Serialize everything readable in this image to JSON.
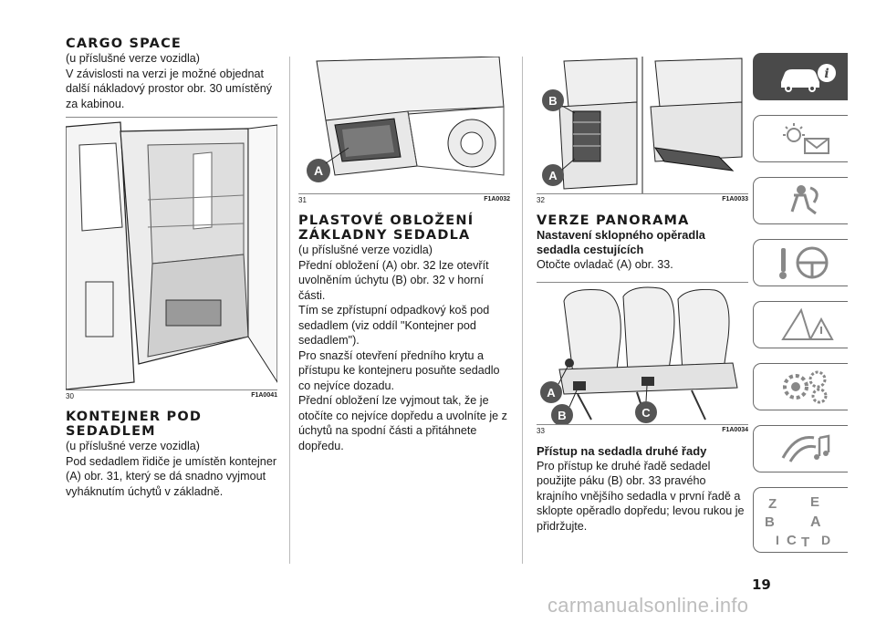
{
  "col1": {
    "title": "CARGO SPACE",
    "sub": "(u příslušné verze vozidla)",
    "body": "V závislosti na verzi je možné objednat další nákladový prostor obr. 30 umístěný za kabinou.",
    "fig": {
      "num": "30",
      "code": "F1A0041"
    },
    "title2": "KONTEJNER POD SEDADLEM",
    "sub2": "(u příslušné verze vozidla)",
    "body2": "Pod sedadlem řidiče je umístěn kontejner (A) obr. 31, který se dá snadno vyjmout vyháknutím úchytů v základně."
  },
  "col2": {
    "fig": {
      "num": "31",
      "code": "F1A0032",
      "label_a": "A"
    },
    "title": "PLASTOVÉ OBLOŽENÍ ZÁKLADNY SEDADLA",
    "sub": "(u příslušné verze vozidla)",
    "p1": "Přední obložení (A) obr. 32 lze otevřít uvolněním úchytu (B) obr. 32 v horní části.",
    "p2": "Tím se zpřístupní odpadkový koš pod sedadlem (viz oddíl \"Kontejner pod sedadlem\").",
    "p3": "Pro snazší otevření předního krytu a přístupu ke kontejneru posuňte sedadlo co nejvíce dozadu.",
    "p4": "Přední obložení lze vyjmout tak, že je otočíte co nejvíce dopředu a uvolníte je z úchytů na spodní části a přitáhnete dopředu."
  },
  "col3": {
    "fig": {
      "num": "32",
      "code": "F1A0033",
      "label_a": "A",
      "label_b": "B"
    },
    "title": "VERZE PANORAMA",
    "sub": "Nastavení sklopného opěradla sedadla cestujících",
    "body": "Otočte ovladač (A) obr. 33.",
    "fig2": {
      "num": "33",
      "code": "F1A0034",
      "label_a": "A",
      "label_b": "B",
      "label_c": "C"
    },
    "title2": "Přístup na sedadla druhé řady",
    "body2": "Pro přístup ke druhé řadě sedadel použijte páku (B) obr. 33 pravého krajního vnějšího sedadla v první řadě a sklopte opěradlo dopředu; levou rukou je přidržujte."
  },
  "sidebar": {
    "tabs": [
      {
        "icon": "car-info-icon"
      },
      {
        "icon": "warning-lights-icon"
      },
      {
        "icon": "airbag-safety-icon"
      },
      {
        "icon": "steering-wheel-icon"
      },
      {
        "icon": "road-warning-icon"
      },
      {
        "icon": "maintenance-gears-icon"
      },
      {
        "icon": "multimedia-icon"
      },
      {
        "icon": "index-letters-icon"
      }
    ],
    "index_letters": {
      "z": "Z",
      "e": "E",
      "b": "B",
      "a": "A",
      "i": "I",
      "c": "C",
      "t": "T",
      "d": "D"
    }
  },
  "page_number": "19",
  "watermark": "carmanualsonline.info"
}
